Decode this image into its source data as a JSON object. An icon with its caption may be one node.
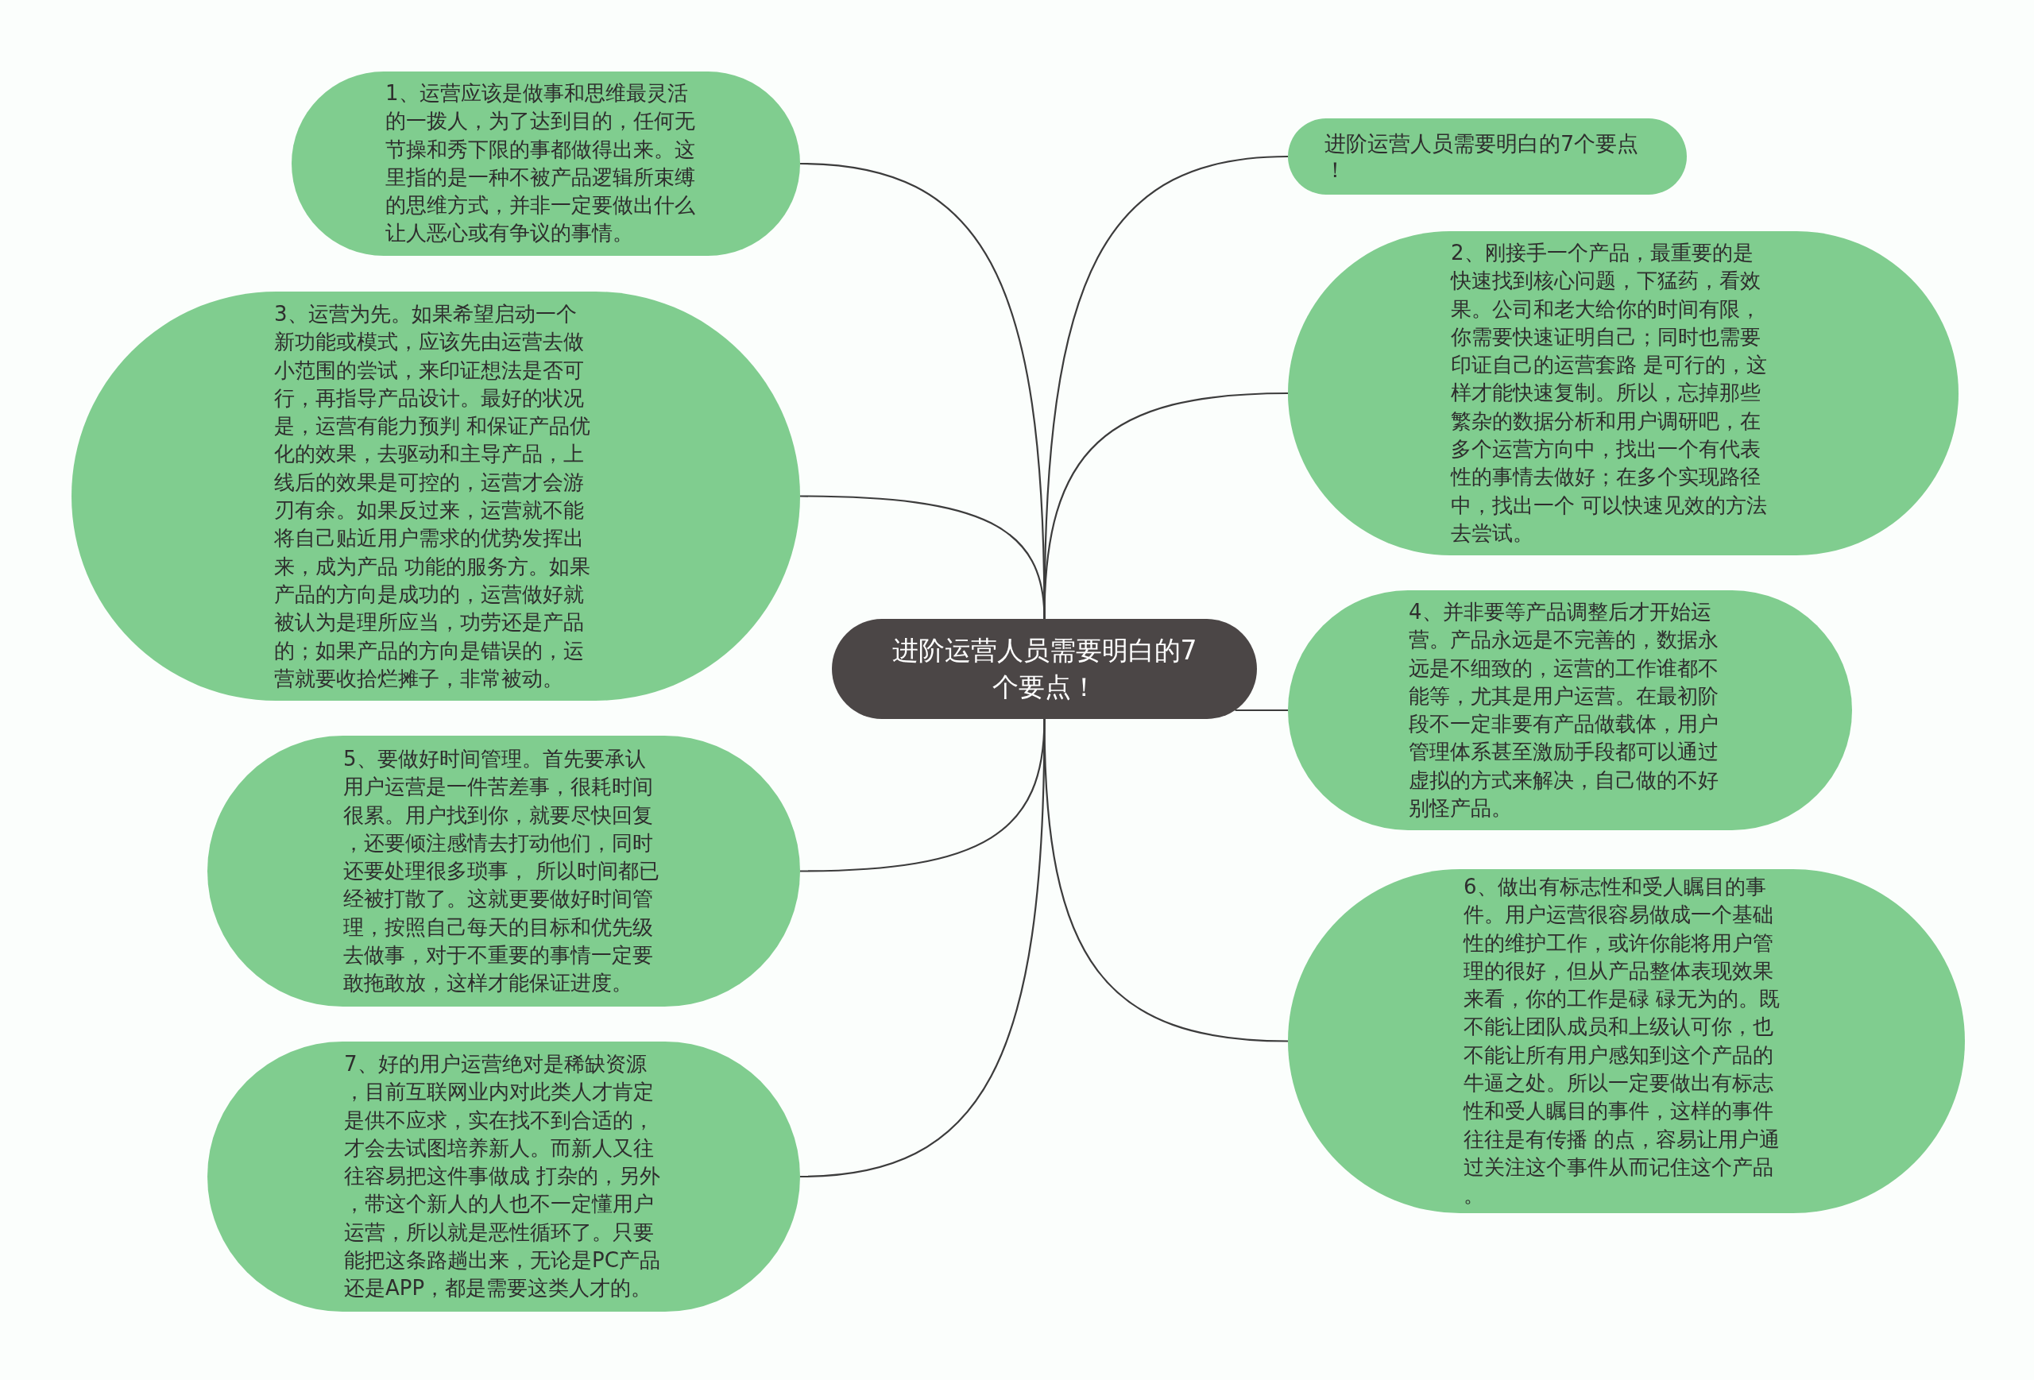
{
  "diagram": {
    "nodes": [
      {
        "text": [
          "进阶运营人员需要明白的7个要点！"
        ]
      },
      {
        "text": [
          "1、运营应该是做事和思维最灵活的一拨人，为了达到目的，任何无节操和秀下限的事都做得出来。这里指的是一种不被产品逻辑所束缚的思维方式，并非一定要做出什么让人恶心或有争议的事情。"
        ]
      },
      {
        "text": [
          "进阶运营人员需要明白的7个要点！"
        ]
      },
      {
        "text": [
          "2、刚接手一个产品，最重要的是快速找到核心问题，下猛药，看效果。公司和老大给你的时间有限，你需要快速证明自己；同时也需要印证自己的运营套路 是可行的，这样才能快速复制。所以，忘掉那些繁杂的数据分析和用户调研吧，在多个运营方向中，找出一个有代表性的事情去做好；在多个实现路径中，找出一个 可以快速见效的方法去尝试。"
        ]
      },
      {
        "text": [
          "3、运营为先。如果希望启动一个新功能或模式，应该先由运营去做小范围的尝试，来印证想法是否可行，再指导产品设计。最好的状况是，运营有能力预判 和保证产品优化的效果，去驱动和主导产品，上线后的效果是可控的，运营才会游刃有余。如果反过来，运营就不能将自己贴近用户需求的优势发挥出来，成为产品 功能的服务方。如果产品的方向是成功的，运营做好就被认为是理所应当，功劳还是产品的；如果产品的方向是错误的，运营就要收拾烂摊子，非常被动。"
        ]
      },
      {
        "text": [
          "4、并非要等产品调整后才开始运营。产品永远是不完善的，数据永远是不细致的，运营的工作谁都不能等，尤其是用户运营。在最初阶段不一定非要有产品做载体，用户管理体系甚至激励手段都可以通过虚拟的方式来解决，自己做的不好别怪产品。"
        ]
      },
      {
        "text": [
          "5、要做好时间管理。首先要承认用户运营是一件苦差事，很耗时间很累。用户找到你，就要尽快回复，还要倾注感情去打动他们，同时还要处理很多琐事， 所以时间都已经被打散了。这就更要做好时间管理，按照自己每天的目标和优先级去做事，对于不重要的事情一定要敢拖敢放，这样才能保证进度。"
        ]
      },
      {
        "text": [
          "6、做出有标志性和受人瞩目的事件。用户运营很容易做成一个基础性的维护工作，或许你能将用户管理的很好，但从产品整体表现效果来看，你的工作是碌 碌无为的。既不能让团队成员和上级认可你，也不能让所有用户感知到这个产品的牛逼之处。所以一定要做出有标志性和受人瞩目的事件，这样的事件往往是有传播 的点，容易让用户通过关注这个事件从而记住这个产品。"
        ]
      },
      {
        "text": [
          "7、好的用户运营绝对是稀缺资源，目前互联网业内对此类人才肯定是供不应求，实在找不到合适的，才会去试图培养新人。而新人又往往容易把这件事做成 打杂的，另外，带这个新人的人也不一定懂用户运营，所以就是恶性循环了。只要能把这条路趟出来，无论是PC产品还是APP，都是需要这类人才的。"
        ]
      }
    ],
    "edges": [
      {
        "from": 0,
        "to": 1,
        "arrow": "none"
      },
      {
        "from": 0,
        "to": 2,
        "arrow": "none"
      },
      {
        "from": 0,
        "to": 3,
        "arrow": "none"
      },
      {
        "from": 0,
        "to": 4,
        "arrow": "none"
      },
      {
        "from": 0,
        "to": 5,
        "arrow": "none"
      },
      {
        "from": 0,
        "to": 6,
        "arrow": "none"
      },
      {
        "from": 0,
        "to": 7,
        "arrow": "none"
      },
      {
        "from": 0,
        "to": 8,
        "arrow": "none"
      }
    ]
  }
}
